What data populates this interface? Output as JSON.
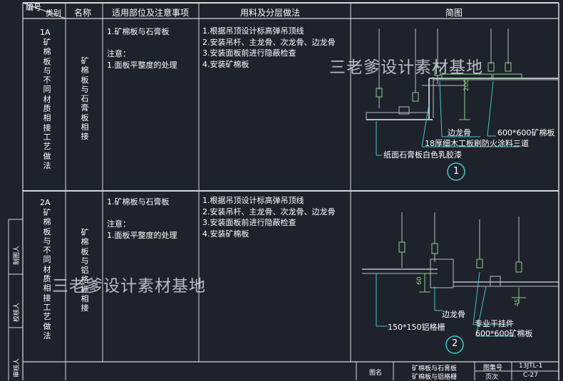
{
  "header": {
    "number_label": "编号",
    "category_label": "类别",
    "name_label": "名称",
    "scope_label": "适用部位及注意事项",
    "material_label": "用料及分层做法",
    "sketch_label": "简图"
  },
  "rows": [
    {
      "code": "1A",
      "category": "矿棉板与不同材质相接工艺做法",
      "name": "矿棉板与石膏板相接",
      "scope": [
        "1.矿棉板与石膏板",
        "",
        "注意：",
        "1.面板平整度的处理"
      ],
      "materials": [
        "1.根据吊顶设计标高弹吊顶线",
        "2.安装吊杆、主龙骨、次龙骨、边龙骨",
        "3.安装面板前进行隐蔽检查",
        "4.安装矿棉板"
      ],
      "figure": {
        "number": "1",
        "dimension": "200",
        "labels": [
          "边龙骨",
          "600*600矿棉板",
          "18厚细木工板刷防火涂料三道",
          "纸面石膏板白色乳胶漆"
        ]
      }
    },
    {
      "code": "2A",
      "category": "矿棉板与不同材质相接工艺做法",
      "name": "矿棉板与铝格栅相接",
      "scope": [
        "1.矿棉板与石膏板",
        "",
        "注意：",
        "1.面板平整度的处理"
      ],
      "materials": [
        "1.根据吊顶设计标高弹吊顶线",
        "2.安装吊杆、主龙骨、次龙骨、边龙骨",
        "3.安装面板前进行隐蔽检查",
        "4.安装矿棉板"
      ],
      "figure": {
        "number": "2",
        "dimension": "60",
        "small_dimension": "45",
        "labels": [
          "边龙骨",
          "专业干挂件",
          "150*150铝格栅",
          "600*600矿棉板"
        ]
      }
    }
  ],
  "watermark": "三老爹设计素材基地",
  "side_labels": [
    "制图人",
    "校核人",
    "审核人"
  ],
  "title_block": {
    "drawing_name_label": "图名",
    "drawing_name": [
      "矿棉板与石膏板",
      "矿棉板与铝格栅"
    ],
    "atlas_label": "图集号",
    "atlas_value": "13JTL-1",
    "page_label": "页次",
    "page_value": "C-27"
  },
  "colors": {
    "background": "#1e222b",
    "table_lines": "#d8d8d8",
    "drawing_lines": "#b8bcc4",
    "accent_green": "#8fd08f",
    "accent_cyan": "#45c8c8"
  }
}
